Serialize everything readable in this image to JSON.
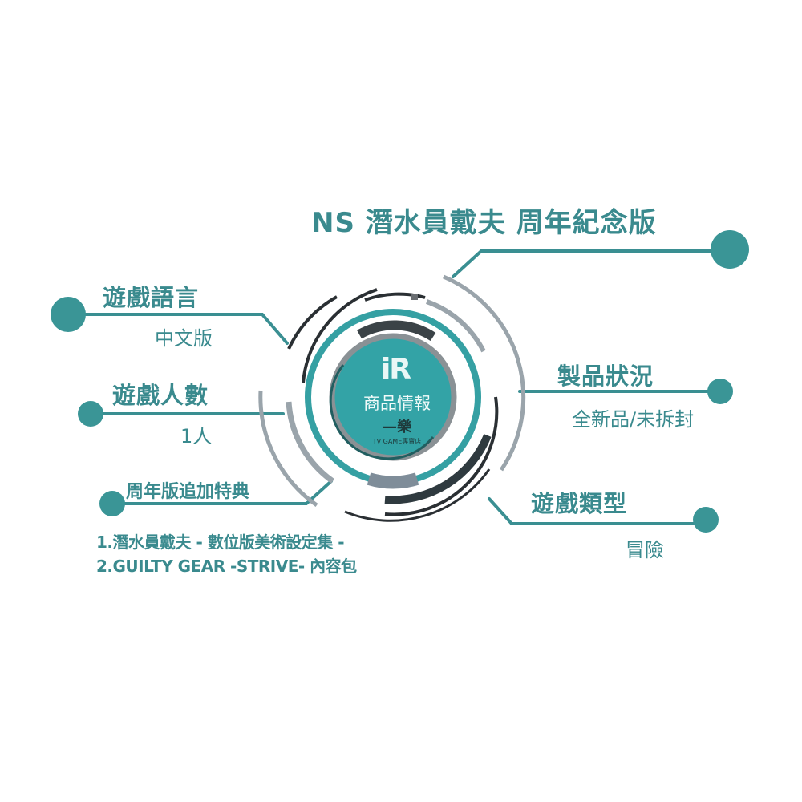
{
  "title": "NS 潛水員戴夫 周年紀念版",
  "center_badge": {
    "logo": "iR",
    "label": "商品情報",
    "shop_name": "—樂",
    "shop_sub": "TV GAME專賣店"
  },
  "nodes": [
    {
      "label": "遊戲語言",
      "value": "中文版"
    },
    {
      "label": "遊戲人數",
      "value": "1人"
    },
    {
      "label": "製品狀況",
      "value": "全新品/未拆封"
    },
    {
      "label": "遊戲類型",
      "value": "冒險"
    }
  ],
  "bonus": {
    "label": "周年版追加特典",
    "items": [
      "1.潛水員戴夫 - 數位版美術設定集 -",
      "2.GUILTY GEAR -STRIVE- 內容包"
    ]
  },
  "colors": {
    "teal": "#3a9596",
    "teal_text": "#3a8a8e",
    "dark": "#2a2f33",
    "gray": "#9aa4ab",
    "slate": "#6f7c86",
    "center_fill": "#33a3a6"
  }
}
